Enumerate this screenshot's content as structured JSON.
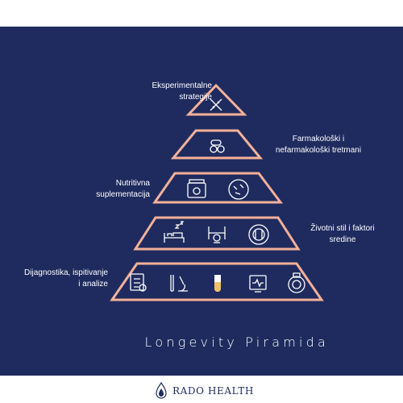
{
  "pyramid": {
    "title": "Longevity Piramida",
    "tiers": [
      {
        "id": "tier-1",
        "label": "Eksperimentalne strategije",
        "lines": [
          "Eksperimentalne",
          "strategije"
        ],
        "icons": [
          "dna-icon"
        ]
      },
      {
        "id": "tier-2",
        "label": "Farmakološki i nefarmakološki tretmani",
        "lines": [
          "Farmakološki i",
          "nefarmakološki tretmani"
        ],
        "icons": [
          "pills-icon"
        ]
      },
      {
        "id": "tier-3",
        "label": "Nutritivna suplementacija",
        "lines": [
          "Nutritivna",
          "suplementacija"
        ],
        "icons": [
          "supplement-jar-icon",
          "nutrition-plate-icon"
        ]
      },
      {
        "id": "tier-4",
        "label": "Životni stil i faktori sredine",
        "lines": [
          "Životni stil i faktori",
          "sredine"
        ],
        "icons": [
          "sleep-bed-icon",
          "fitness-icon",
          "diet-plate-icon"
        ]
      },
      {
        "id": "tier-5",
        "label": "Dijagnostika, ispitivanje i analize",
        "lines": [
          "Dijagnostika, ispitivanje",
          "i analize"
        ],
        "icons": [
          "clipboard-health-icon",
          "microscope-icon",
          "test-tube-icon",
          "heart-monitor-icon",
          "scanner-icon"
        ]
      }
    ]
  },
  "brand": {
    "name": "RADO HEALTH"
  },
  "colors": {
    "background": "#1f2b5e",
    "outline": "#f4b199",
    "icon": "#ffffff",
    "accent": "#f2c16a"
  }
}
